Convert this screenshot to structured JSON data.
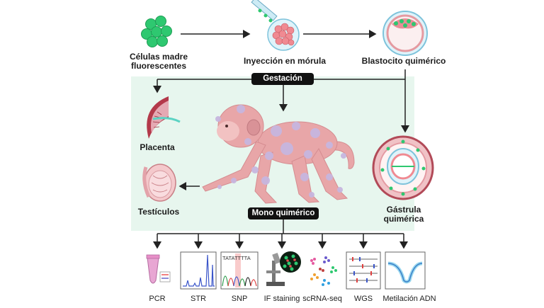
{
  "top": {
    "cells_label_line1": "Células madre",
    "cells_label_line2": "fluorescentes",
    "injection_label": "Inyección en mórula",
    "blastocyst_label": "Blastocito quimérico"
  },
  "middle": {
    "gestation_pill": "Gestación",
    "placenta_label": "Placenta",
    "testis_label": "Testículos",
    "gastrula_label_line1": "Gástrula",
    "gastrula_label_line2": "quimérica",
    "monkey_pill": "Mono quimérico"
  },
  "analyses": {
    "items": [
      {
        "label": "PCR"
      },
      {
        "label": "STR"
      },
      {
        "label": "SNP"
      },
      {
        "label": "IF staining"
      },
      {
        "label": "scRNA-seq"
      },
      {
        "label": "WGS"
      },
      {
        "label": "Metilación ADN"
      }
    ],
    "snp_sequence": "TATATTTTA"
  },
  "colors": {
    "green_cell": "#2ec870",
    "background_zone": "#e7f6ee",
    "pink_tissue": "#e8a6a8",
    "purple_spot": "#c7b6df",
    "arrow": "#222222"
  }
}
